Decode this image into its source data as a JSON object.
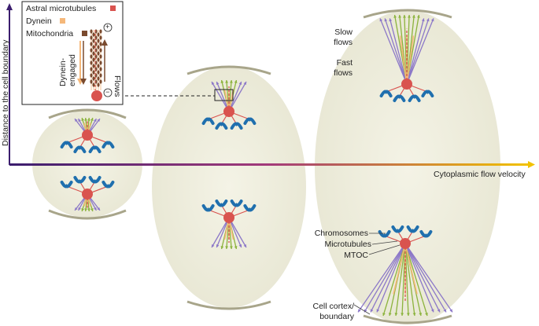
{
  "legend": {
    "astral_label": "Astral microtubules",
    "dynein_label": "Dynein",
    "mito_label": "Mitochondria",
    "dynein_engaged_line1": "Dynein-",
    "dynein_engaged_line2": "engaged",
    "flows_label": "Flows",
    "plus_sign": "+",
    "minus_sign": "−"
  },
  "axes": {
    "ylabel": "Distance to the cell boundary",
    "xlabel": "Cytoplasmic flow velocity"
  },
  "annotations": {
    "slow_line1": "Slow",
    "slow_line2": "flows",
    "fast_line1": "Fast",
    "fast_line2": "flows",
    "chromosomes": "Chromosomes",
    "microtubules": "Microtubules",
    "mtoc": "MTOC",
    "cortex_line1": "Cell cortex/",
    "cortex_line2": "boundary"
  },
  "colors": {
    "astral": "#d9534f",
    "dynein": "#f5b87a",
    "mito": "#7a4a2e",
    "mtoc": "#d9534f",
    "chromosome": "#1f6fae",
    "cell_fill": "#f1f0e2",
    "cortex": "#a8a58a",
    "fast_flow": "#8cb33d",
    "slow_flow": "#8c78c8",
    "axis_start": "#3b1d6e",
    "axis_end": "#f2c200"
  }
}
